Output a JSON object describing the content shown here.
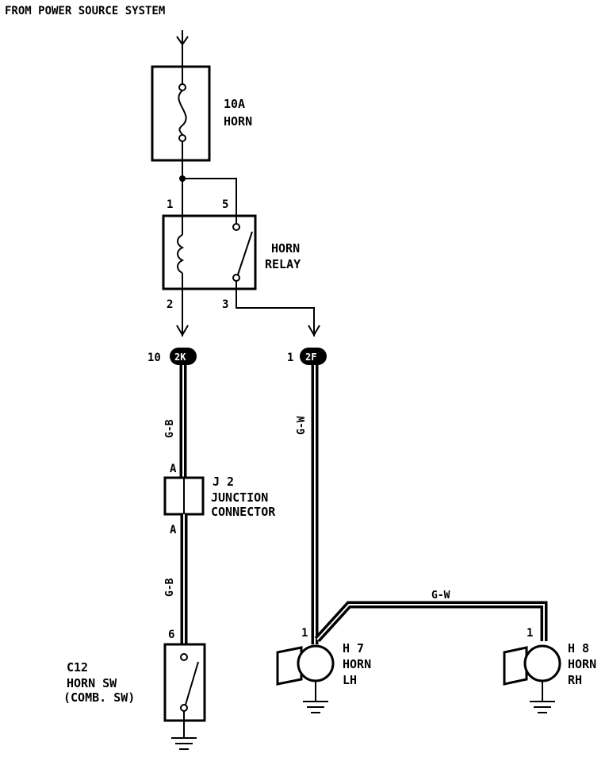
{
  "title": "FROM POWER SOURCE SYSTEM",
  "fuse": {
    "rating": "10A",
    "name": "HORN"
  },
  "relay": {
    "name_line1": "HORN",
    "name_line2": "RELAY",
    "pin1": "1",
    "pin5": "5",
    "pin2": "2",
    "pin3": "3"
  },
  "connector_2k": {
    "id": "2K",
    "pin": "10"
  },
  "connector_2f": {
    "id": "2F",
    "pin": "1"
  },
  "wires": {
    "left_upper": "G-B",
    "left_lower": "G-B",
    "right_vertical": "G-W",
    "horizontal": "G-W"
  },
  "junction": {
    "id": "J 2",
    "line1": "JUNCTION",
    "line2": "CONNECTOR",
    "pin_top": "A",
    "pin_bottom": "A"
  },
  "horn_switch": {
    "id": "C12",
    "line1": "HORN SW",
    "line2": "(COMB. SW)",
    "pin": "6"
  },
  "horn_lh": {
    "id": "H 7",
    "line1": "HORN",
    "line2": "LH",
    "pin": "1"
  },
  "horn_rh": {
    "id": "H 8",
    "line1": "HORN",
    "line2": "RH",
    "pin": "1"
  }
}
